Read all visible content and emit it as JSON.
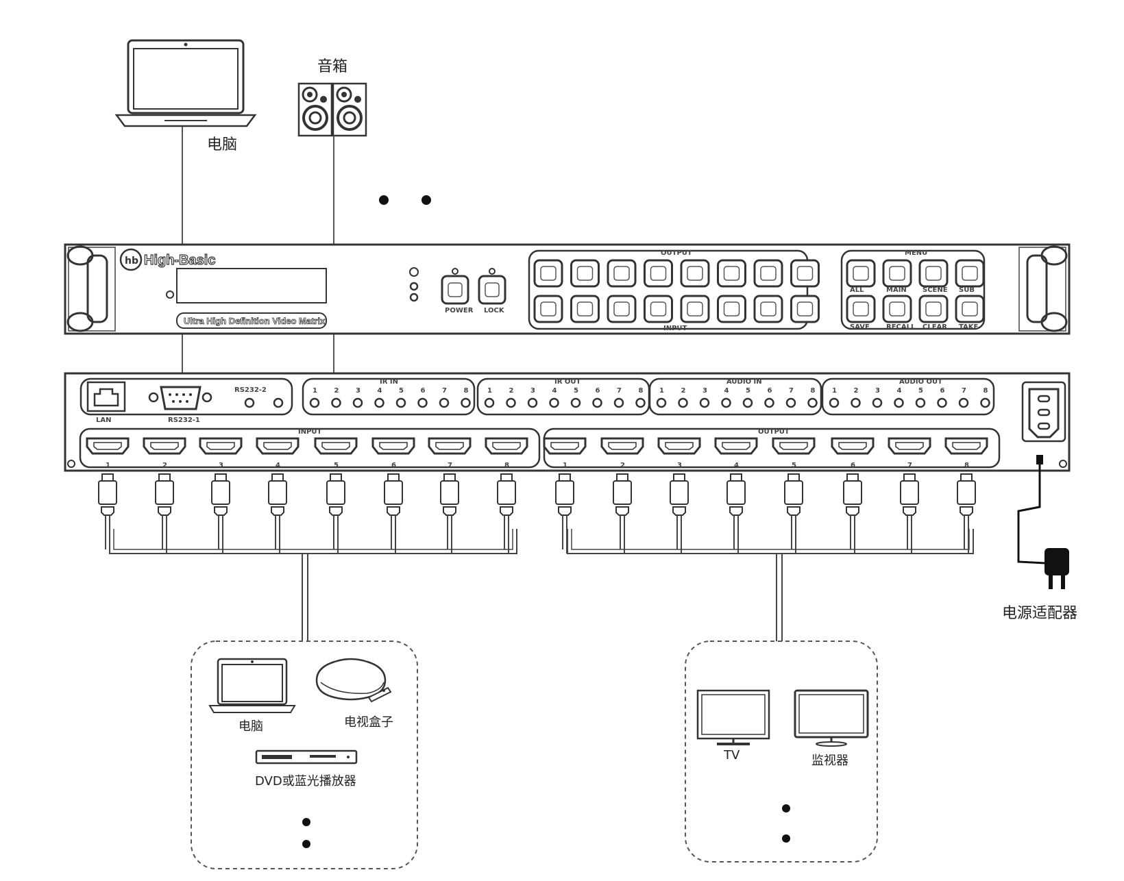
{
  "labels": {
    "computer_top": "电脑",
    "speaker": "音箱",
    "power_adapter": "电源适配器",
    "computer_source": "电脑",
    "tv_box": "电视盒子",
    "dvd_player": "DVD或蓝光播放器",
    "tv": "TV",
    "monitor": "监视器"
  },
  "front_panel": {
    "brand": "High-Basic",
    "subtitle": "Ultra High Definition Video Matrix",
    "power_label": "POWER",
    "lock_label": "LOCK",
    "output_group": "OUTPUT",
    "input_group": "INPUT",
    "menu_group": "MENU",
    "menu_buttons_top": [
      "ALL",
      "MAIN",
      "SCENE",
      "SUB"
    ],
    "menu_buttons_bottom": [
      "SAVE",
      "RECALL",
      "CLEAR",
      "TAKE"
    ]
  },
  "rear_panel": {
    "lan": "LAN",
    "rs232_1": "RS232-1",
    "rs232_2": "RS232-2",
    "ir_in": "IR IN",
    "ir_out": "IR OUT",
    "audio_in": "AUDIO IN",
    "audio_out": "AUDIO OUT",
    "input": "INPUT",
    "output": "OUTPUT",
    "port_numbers": [
      "1",
      "2",
      "3",
      "4",
      "5",
      "6",
      "7",
      "8"
    ]
  }
}
